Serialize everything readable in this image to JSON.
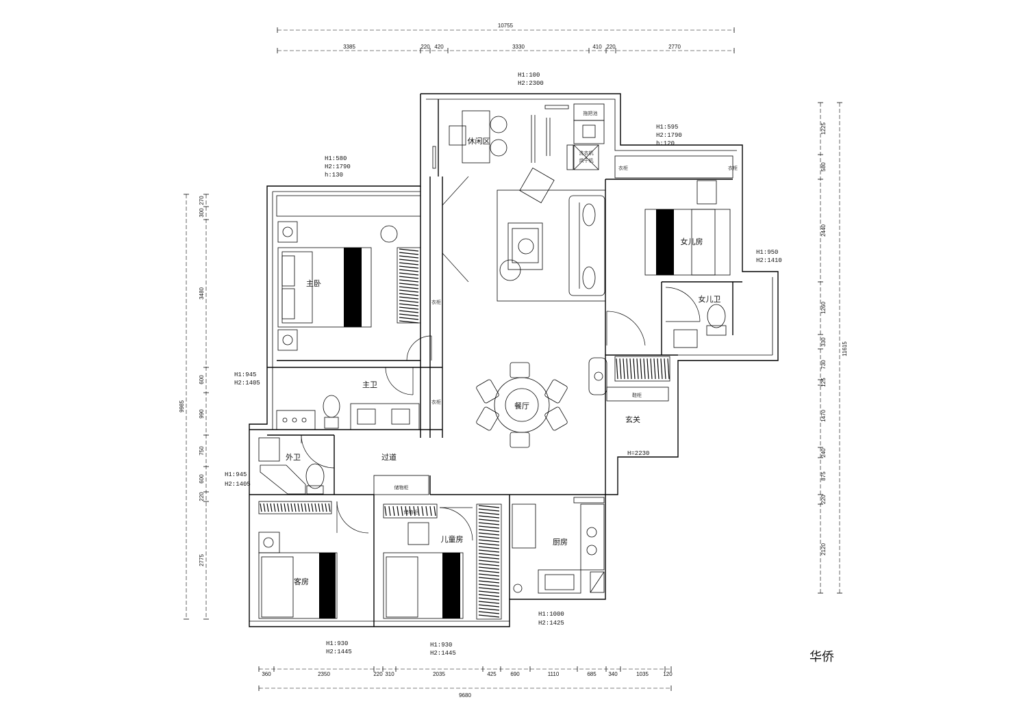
{
  "rooms": {
    "leisure": "休闲区",
    "master_bedroom": "主卧",
    "master_bath": "主卫",
    "daughter_room": "女儿房",
    "daughter_bath": "女儿卫",
    "dining": "餐厅",
    "foyer": "玄关",
    "corridor": "过道",
    "guest_bath": "外卫",
    "guest_room": "客房",
    "kids_room": "儿童房",
    "kitchen": "厨房"
  },
  "fixtures": {
    "mop_sink": "拖把池",
    "washer": "洗衣机",
    "dryer": "烘干机",
    "cab_a": "衣柜",
    "cab_b": "衣柜",
    "cab_c": "储物柜",
    "cab_d": "储物柜",
    "cab_e": "鞋柜",
    "cab_f": "衣柜",
    "cab_g": "衣柜"
  },
  "window_notes": {
    "top": [
      "H1:100",
      "H2:2300"
    ],
    "master": [
      "H1:580",
      "H2:1790",
      "h:130"
    ],
    "daughter": [
      "H1:595",
      "H2:1790",
      "h:120"
    ],
    "daughter_bath": [
      "H1:950",
      "H2:1410"
    ],
    "master_bath": [
      "H1:945",
      "H2:1405"
    ],
    "guest_bath": [
      "H1:945",
      "H2:1405"
    ],
    "foyer": "H=2230",
    "guest_room": [
      "H1:930",
      "H2:1445"
    ],
    "kids_room": [
      "H1:930",
      "H2:1445"
    ],
    "kitchen": [
      "H1:1000",
      "H2:1425"
    ]
  },
  "dimensions": {
    "top_total": "10755",
    "top_segments": [
      "3385",
      "220",
      "420",
      "3330",
      "410",
      "220",
      "2770"
    ],
    "bottom_total": "9680",
    "bottom_segments": [
      "360",
      "2350",
      "220",
      "310",
      "2035",
      "425",
      "690",
      "1110",
      "685",
      "340",
      "1035",
      "120"
    ],
    "left_total": "9985",
    "left_segments": [
      "270",
      "300",
      "3480",
      "600",
      "990",
      "750",
      "600",
      "220",
      "2775"
    ],
    "right_total": "11615",
    "right_segments": [
      "1225",
      "580",
      "2440",
      "1260",
      "330",
      "730",
      "125",
      "1470",
      "240",
      "875",
      "220",
      "2120"
    ]
  },
  "brand": "华侨"
}
